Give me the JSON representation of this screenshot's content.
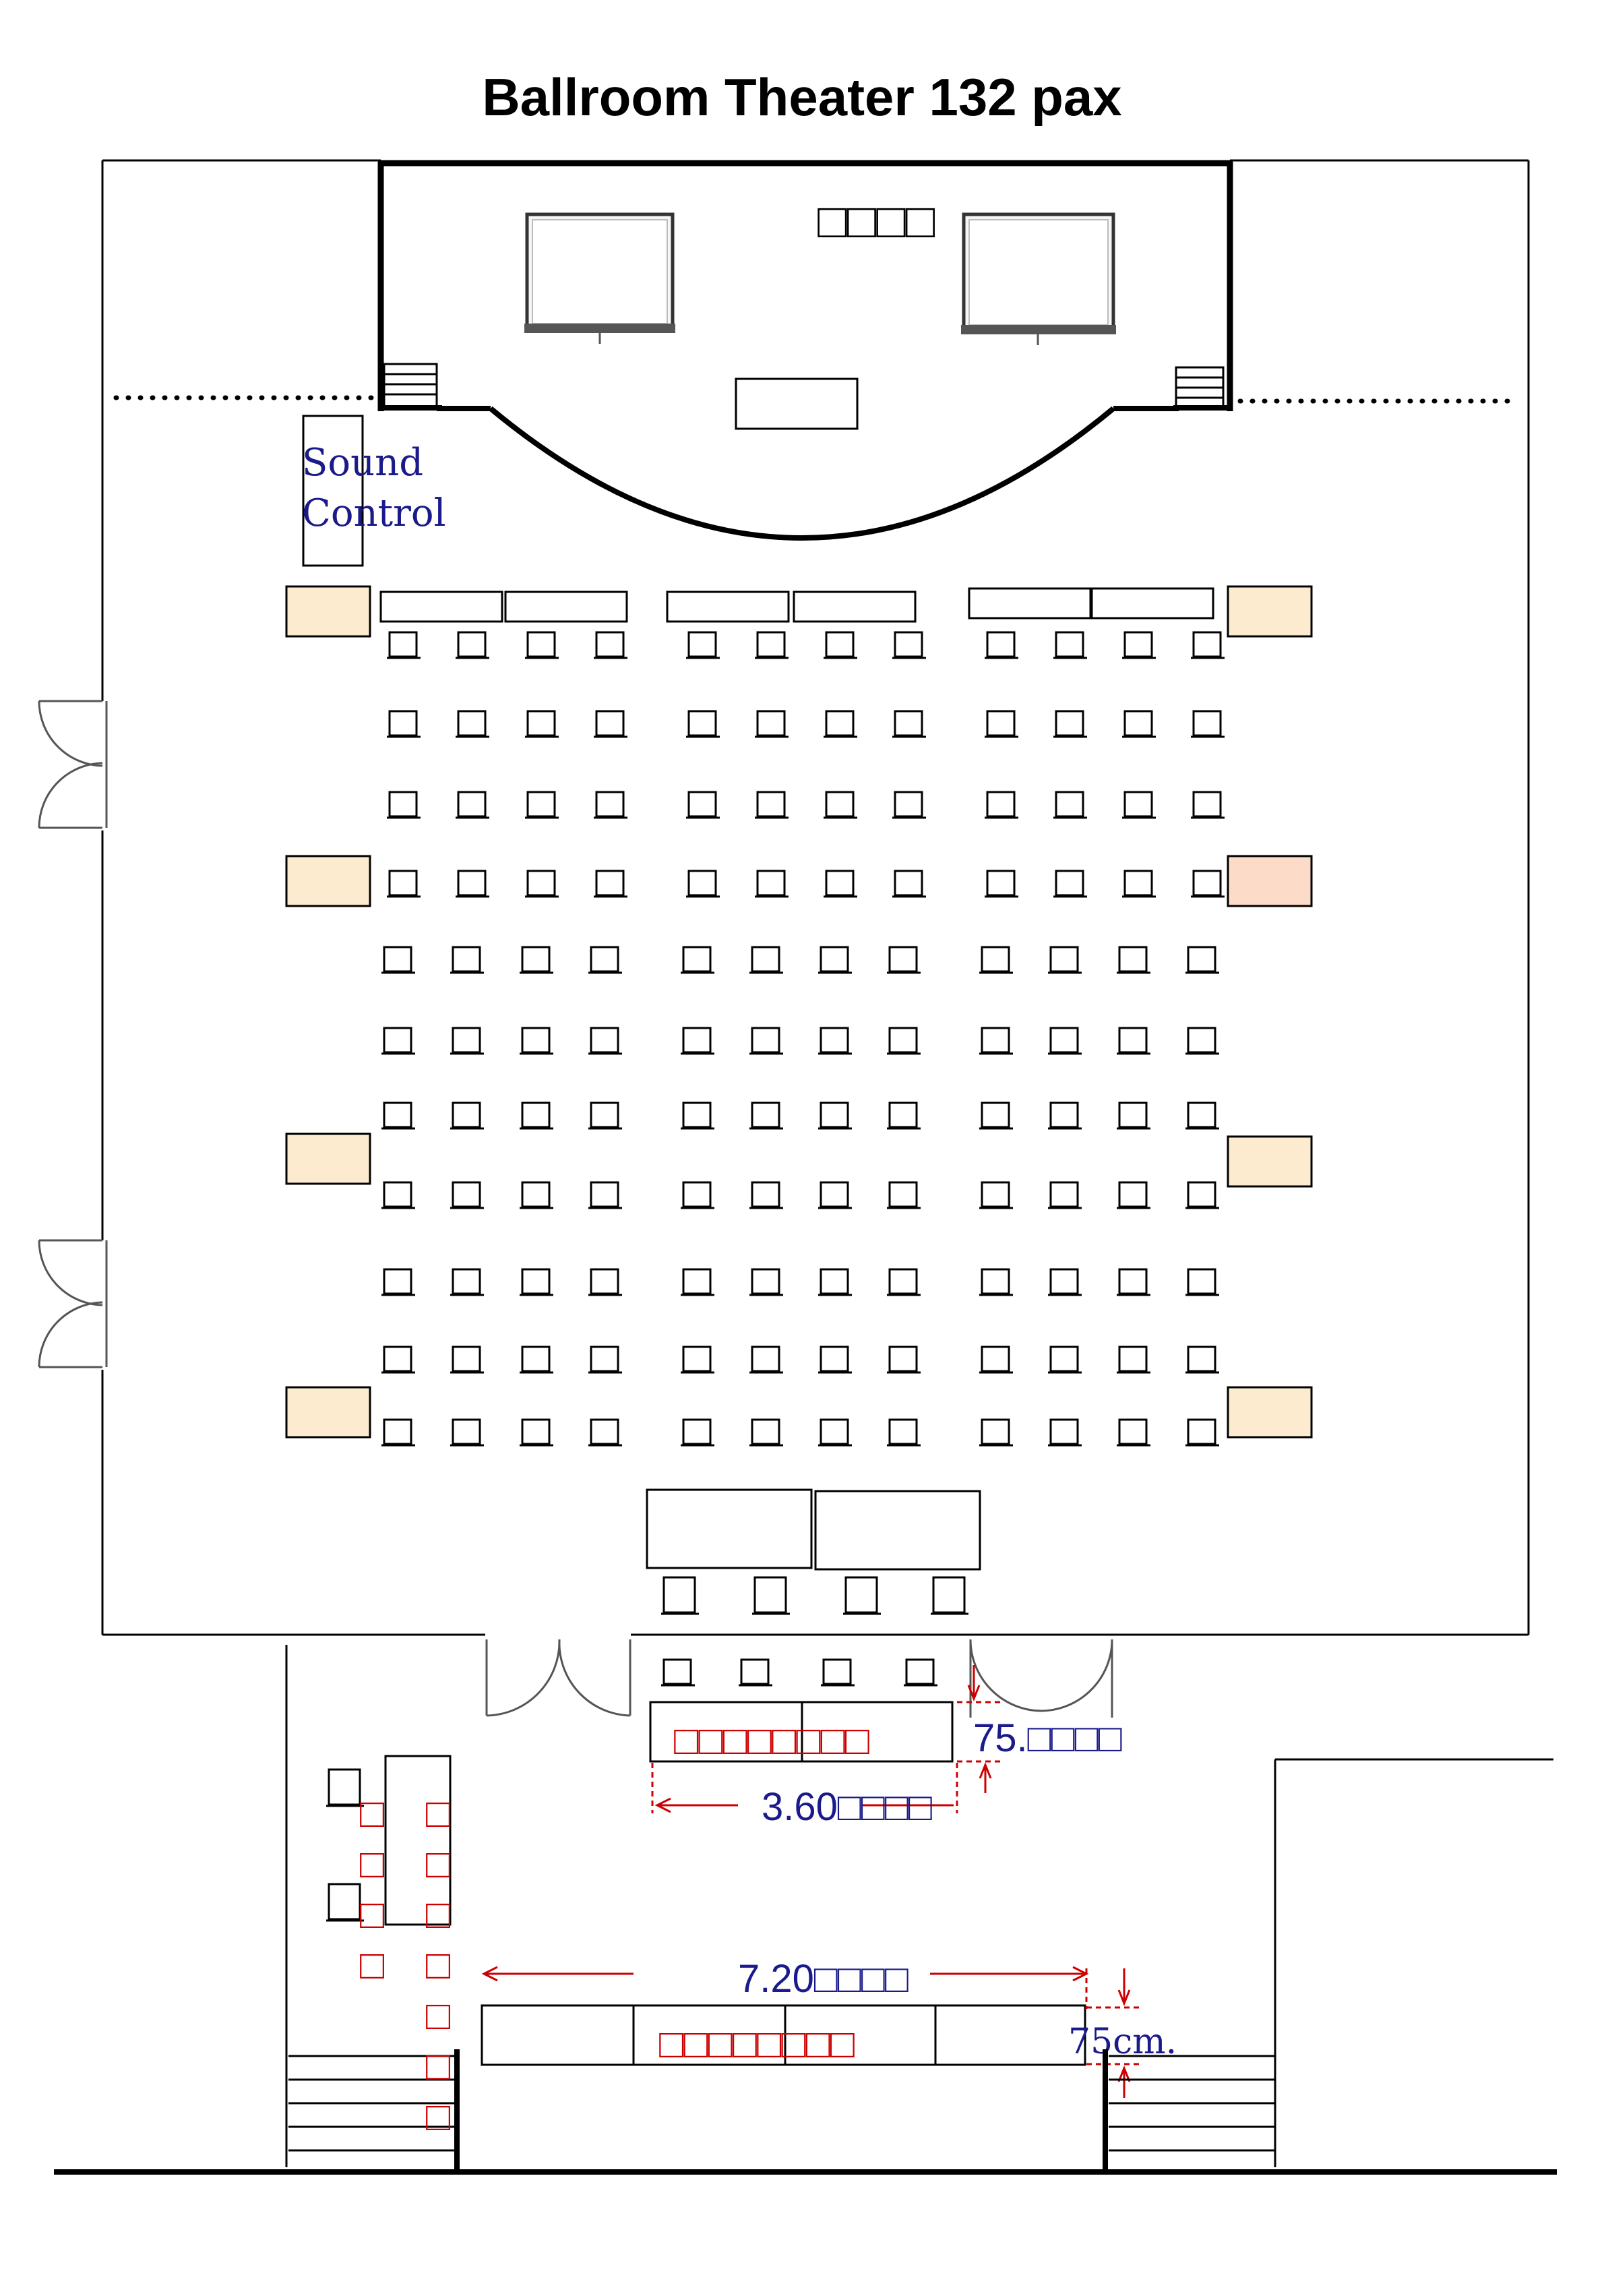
{
  "title": "Ballroom Theater 132 pax",
  "stage_label": "□□□□",
  "sound_control": {
    "line1": "Sound",
    "line2": "Control"
  },
  "seating": {
    "rows": 11,
    "seats_per_block_row": 4,
    "blocks_per_row": 3
  },
  "registration_desk": {
    "label": "□□□□□□□□",
    "width_label": "3.60□□□□",
    "depth_label": "75.□□□□"
  },
  "reception_counter": {
    "label": "□□□□□□□□",
    "width_label": "7.20□□□□",
    "depth_label": "75cm."
  },
  "side_label": "□□□□□□□□□□□",
  "colors": {
    "wall": "#000000",
    "service_table": "#fdebd0",
    "service_table_alt": "#fcdcc9",
    "annotation_red": "#cc0000",
    "annotation_blue": "#1a1a8a"
  }
}
